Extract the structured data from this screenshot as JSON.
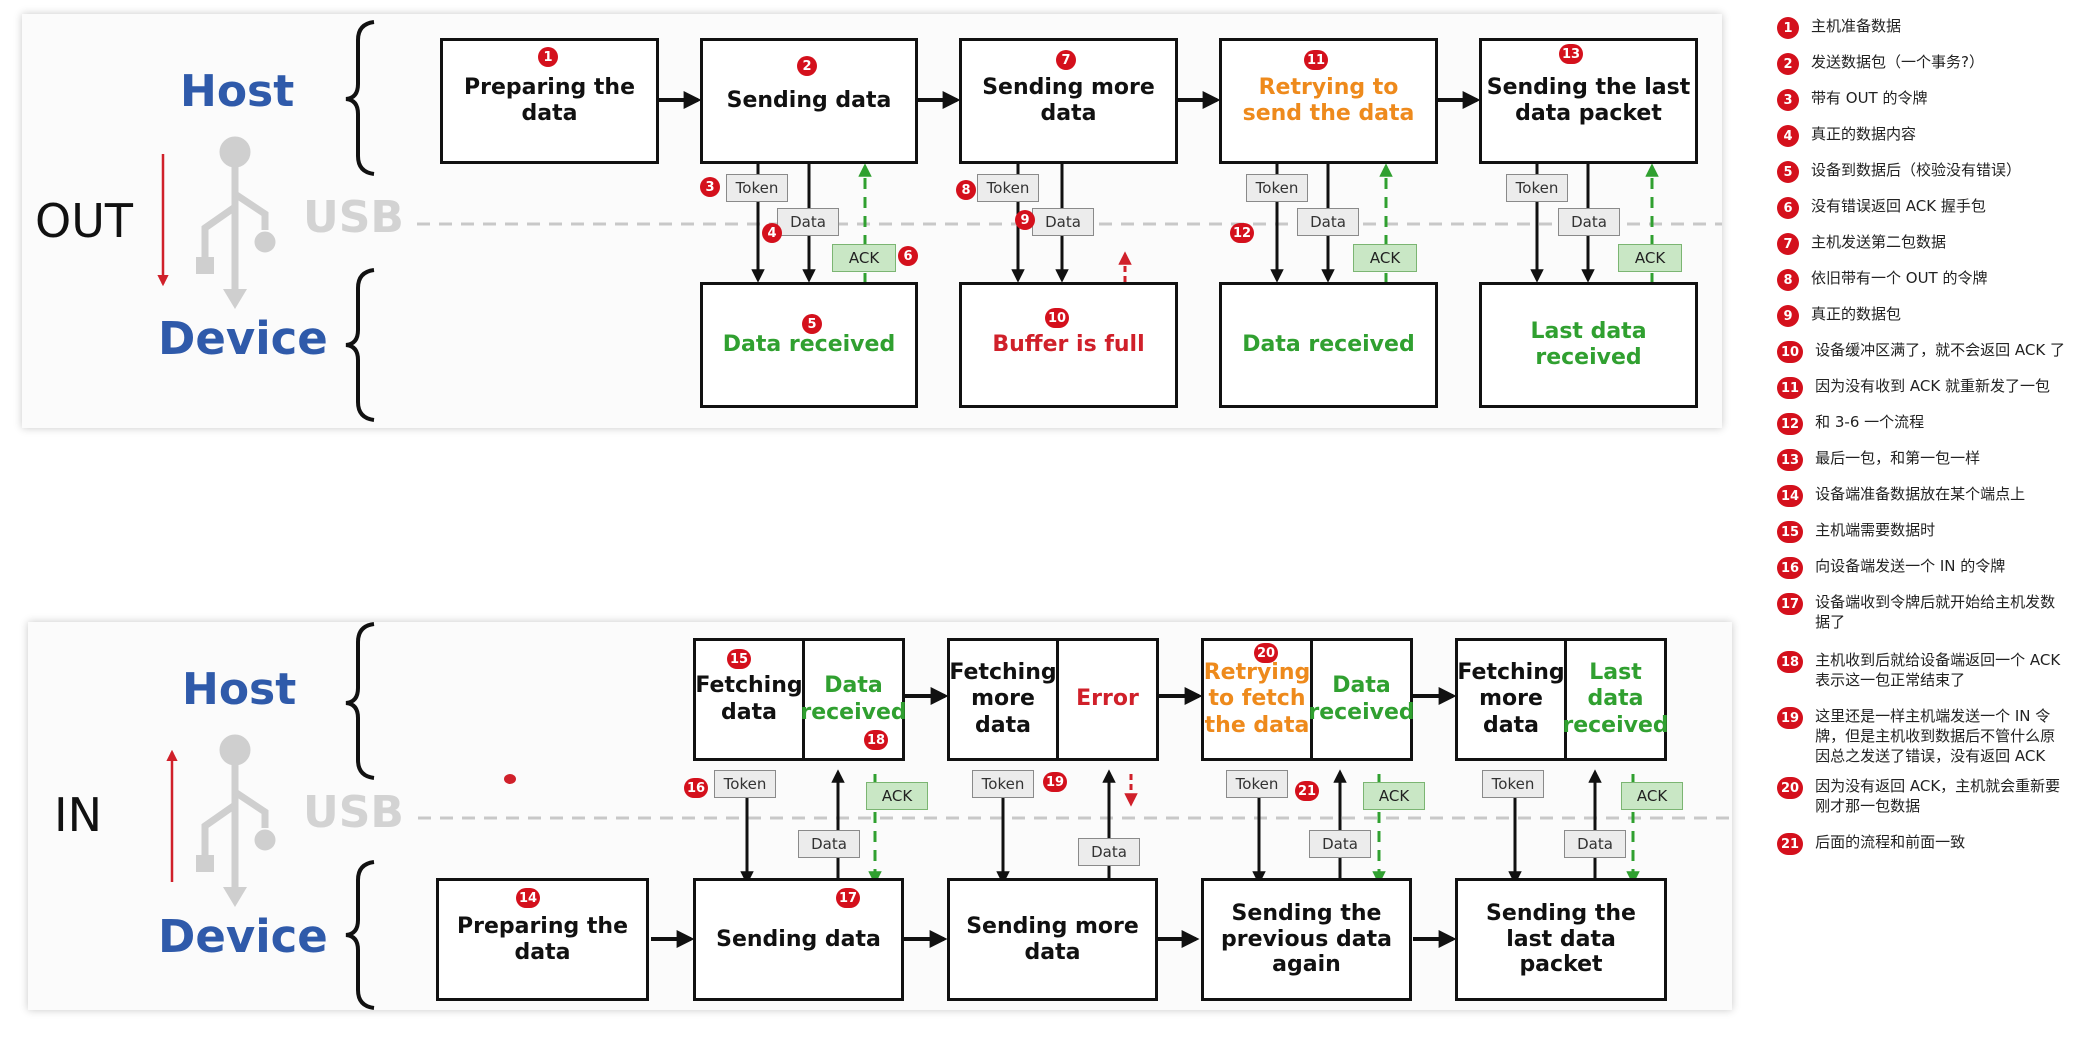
{
  "out_section": {
    "direction": "OUT",
    "host": "Host",
    "usb": "USB",
    "device": "Device",
    "boxes": {
      "host_1": "Preparing the data",
      "host_2": "Sending data",
      "host_3": "Sending more data",
      "host_4": "Retrying to send the data",
      "host_5": "Sending the last data packet",
      "device_1": "Data received",
      "device_2": "Buffer is full",
      "device_3": "Data received",
      "device_4": "Last data received"
    },
    "packets": {
      "token": "Token",
      "data": "Data",
      "ack": "ACK"
    },
    "badges": [
      "1",
      "2",
      "3",
      "4",
      "5",
      "6",
      "7",
      "8",
      "9",
      "10",
      "11",
      "12",
      "13"
    ]
  },
  "in_section": {
    "direction": "IN",
    "host": "Host",
    "usb": "USB",
    "device": "Device",
    "boxes": {
      "host_1a": "Fetching data",
      "host_1b": "Data received",
      "host_2a": "Fetching more data",
      "host_2b": "Error",
      "host_3a": "Retrying to fetch the data",
      "host_3b": "Data received",
      "host_4a": "Fetching more data",
      "host_4b": "Last data received",
      "device_1": "Preparing the data",
      "device_2": "Sending data",
      "device_3": "Sending more data",
      "device_4": "Sending the previous data again",
      "device_5": "Sending the last data packet"
    },
    "packets": {
      "token": "Token",
      "data": "Data",
      "ack": "ACK"
    },
    "badges": [
      "14",
      "15",
      "16",
      "17",
      "18",
      "19",
      "20",
      "21"
    ]
  },
  "notes": [
    {
      "num": "1",
      "text": "主机准备数据"
    },
    {
      "num": "2",
      "text": "发送数据包（一个事务?）"
    },
    {
      "num": "3",
      "text": "带有 OUT 的令牌"
    },
    {
      "num": "4",
      "text": "真正的数据内容"
    },
    {
      "num": "5",
      "text": "设备到数据后（校验没有错误）"
    },
    {
      "num": "6",
      "text": "没有错误返回 ACK 握手包"
    },
    {
      "num": "7",
      "text": "主机发送第二包数据"
    },
    {
      "num": "8",
      "text": "依旧带有一个 OUT 的令牌"
    },
    {
      "num": "9",
      "text": "真正的数据包"
    },
    {
      "num": "10",
      "text": "设备缓冲区满了，就不会返回 ACK 了"
    },
    {
      "num": "11",
      "text": "因为没有收到 ACK 就重新发了一包"
    },
    {
      "num": "12",
      "text": "和 3-6 一个流程"
    },
    {
      "num": "13",
      "text": "最后一包，和第一包一样"
    },
    {
      "num": "14",
      "text": "设备端准备数据放在某个端点上"
    },
    {
      "num": "15",
      "text": "主机端需要数据时"
    },
    {
      "num": "16",
      "text": "向设备端发送一个 IN 的令牌"
    },
    {
      "num": "17",
      "text": "设备端收到令牌后就开始给主机发数据了"
    },
    {
      "num": "18",
      "text": "主机收到后就给设备端返回一个 ACK 表示这一包正常结束了"
    },
    {
      "num": "19",
      "text": "这里还是一样主机端发送一个 IN 令牌，但是主机收到数据后不管什么原因总之发送了错误，没有返回 ACK"
    },
    {
      "num": "20",
      "text": "因为没有返回 ACK，主机就会重新要刚才那一包数据"
    },
    {
      "num": "21",
      "text": "后面的流程和前面一致"
    }
  ]
}
